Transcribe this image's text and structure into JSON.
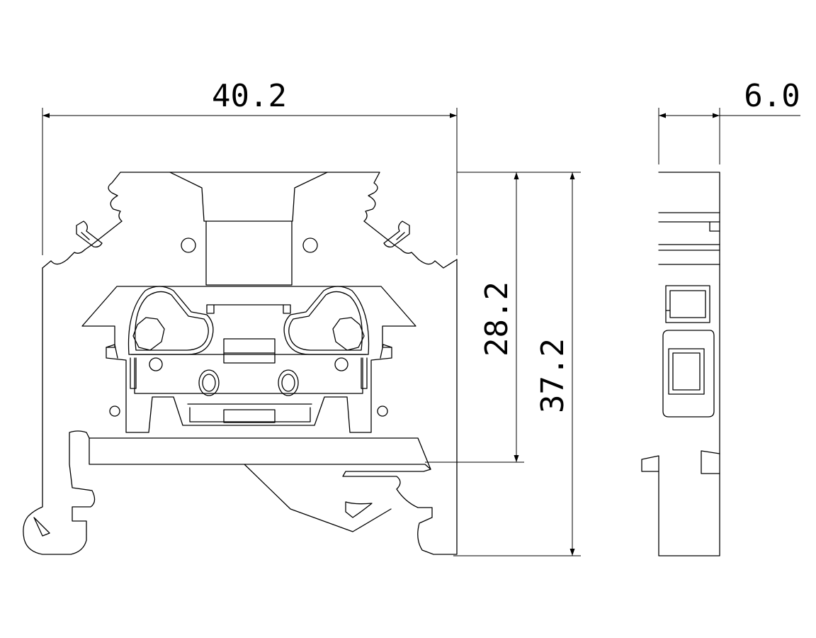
{
  "dimensions": {
    "width_front": "40.2",
    "width_side": "6.0",
    "height_inner": "28.2",
    "height_total": "37.2"
  }
}
